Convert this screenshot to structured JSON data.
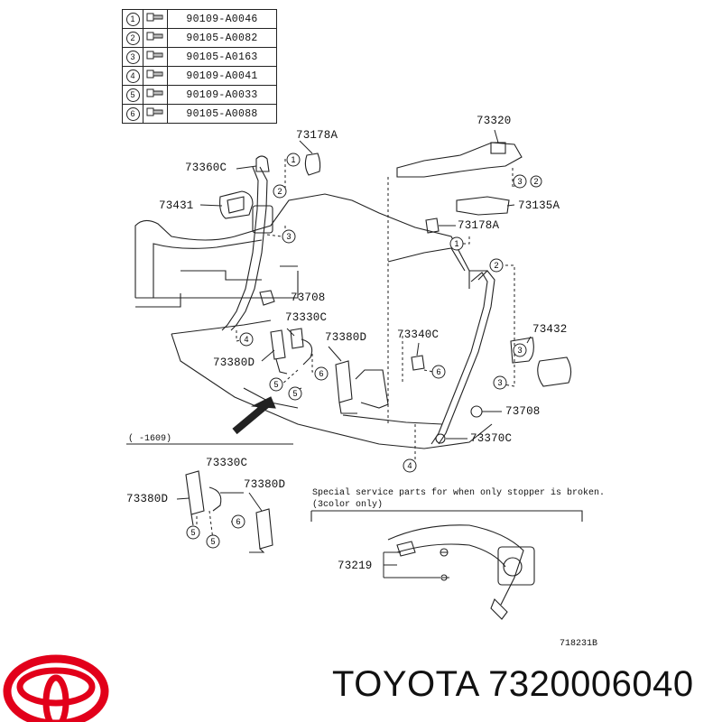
{
  "legend": [
    {
      "num": "1",
      "part": "90109-A0046",
      "icon": "bolt-icon"
    },
    {
      "num": "2",
      "part": "90105-A0082",
      "icon": "bolt-icon"
    },
    {
      "num": "3",
      "part": "90105-A0163",
      "icon": "bolt-icon"
    },
    {
      "num": "4",
      "part": "90109-A0041",
      "icon": "bolt-icon"
    },
    {
      "num": "5",
      "part": "90109-A0033",
      "icon": "bolt-icon"
    },
    {
      "num": "6",
      "part": "90105-A0088",
      "icon": "bolt-icon"
    }
  ],
  "callouts": {
    "c73178A_left": "73178A",
    "c73360C": "73360C",
    "c73431": "73431",
    "c73708_left": "73708",
    "c73330C_top": "73330C",
    "c73380D_a": "73380D",
    "c73380D_b": "73380D",
    "c73340C": "73340C",
    "c73320": "73320",
    "c73135A": "73135A",
    "c73178A_right": "73178A",
    "c73432": "73432",
    "c73708_right": "73708",
    "c73370C": "73370C",
    "c73330C_low": "73330C",
    "c73380D_c": "73380D",
    "c73380D_d": "73380D",
    "c73219": "73219"
  },
  "markers": {
    "m1a": "1",
    "m2a": "2",
    "m3a": "3",
    "m4a": "4",
    "m6a": "6",
    "m5a": "5",
    "m5b": "5",
    "m6b": "6",
    "m3b": "3",
    "m2b": "2",
    "m1b": "1",
    "m2c": "2",
    "m3c": "3",
    "m3d": "3",
    "m4b": "4",
    "m6c": "6",
    "m5c": "5",
    "m5d": "5"
  },
  "notes": {
    "range": "(    -1609)",
    "service_line1": "Special service parts for when only stopper is broken.",
    "service_line2": "(3color only)",
    "diagram_code": "718231B"
  },
  "brand": {
    "name": "TOYOTA 7320006040",
    "logo_color": "#e2001a"
  }
}
